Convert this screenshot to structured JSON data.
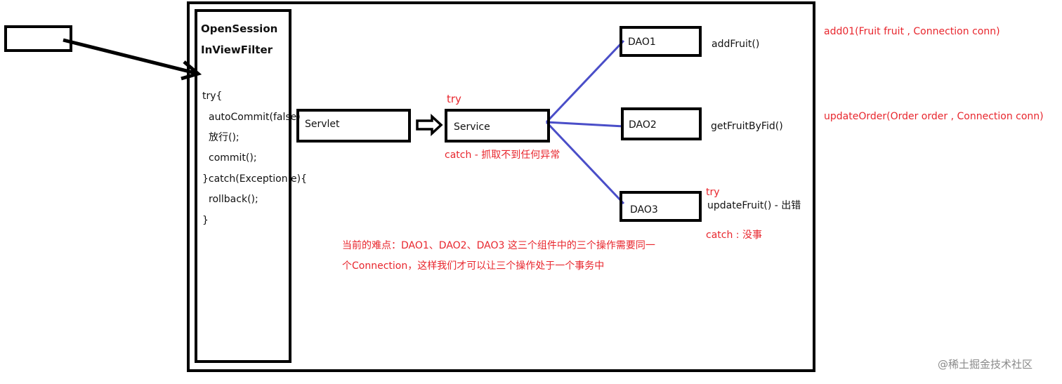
{
  "filter": {
    "title_line1": "OpenSession",
    "title_line2": "InViewFilter",
    "code": [
      "try{",
      "autoCommit(false)",
      "放行();",
      "commit();",
      "}catch(Exception e){",
      "rollback();",
      "}"
    ]
  },
  "servlet": {
    "label": "Servlet"
  },
  "service": {
    "label": "Service",
    "try_label": "try",
    "catch_label": "catch - 抓取不到任何异常"
  },
  "daos": [
    {
      "label": "DAO1",
      "method": "addFruit()"
    },
    {
      "label": "DAO2",
      "method": "getFruitByFid()"
    },
    {
      "label": "DAO3",
      "method": "updateFruit() - 出错"
    }
  ],
  "dao3_notes": {
    "try_label": "try",
    "catch_label": "catch : 没事"
  },
  "side_notes": {
    "add01": "add01(Fruit fruit , Connection conn)",
    "update_order": "updateOrder(Order order , Connection conn)"
  },
  "difficulty": {
    "line1": "当前的难点：DAO1、DAO2、DAO3 这三个组件中的三个操作需要同一",
    "line2": "个Connection，这样我们才可以让三个操作处于一个事务中"
  },
  "watermark": "@稀土掘金技术社区",
  "colors": {
    "red_text": "#e8262d",
    "blue_lines": "#4a4ec8",
    "black": "#000000"
  }
}
